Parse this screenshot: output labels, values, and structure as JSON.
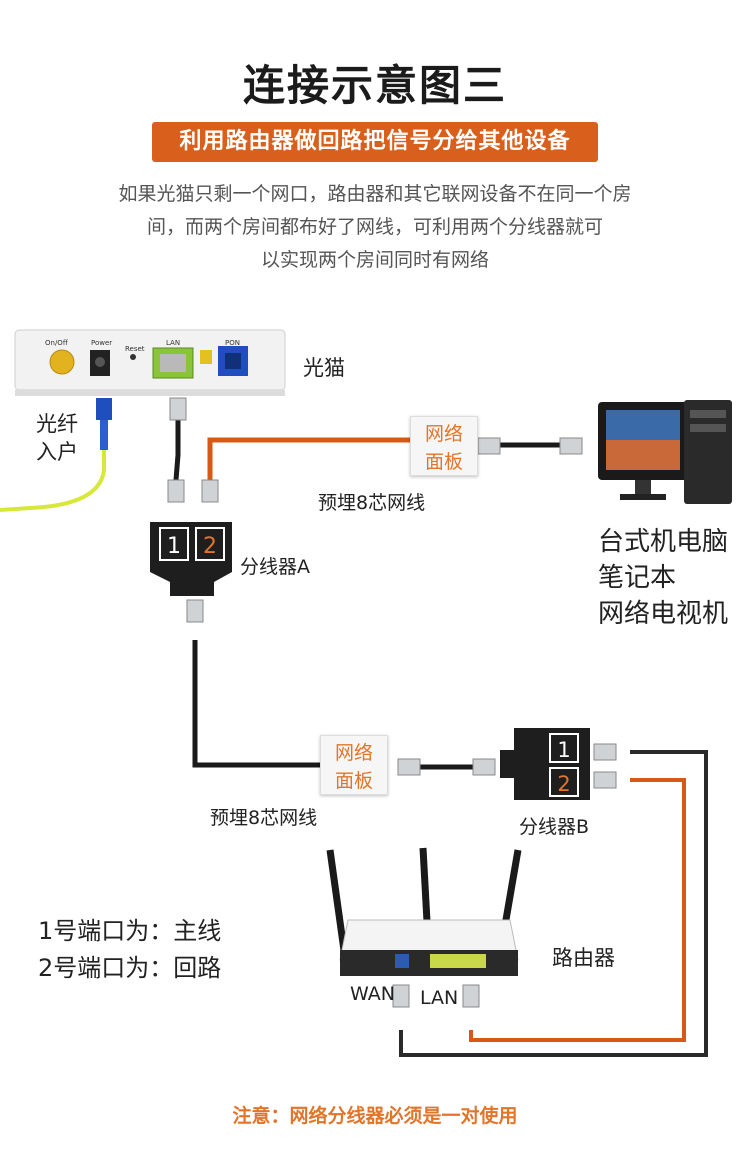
{
  "title": "连接示意图三",
  "banner": "利用路由器做回路把信号分给其他设备",
  "intro_lines": [
    "如果光猫只剩一个网口，路由器和其它联网设备不在同一个房",
    "间，而两个房间都布好了网线，可利用两个分线器就可",
    "以实现两个房间同时有网络"
  ],
  "modem": {
    "name": "光猫",
    "ports": [
      "On/Off",
      "Power",
      "Reset",
      "LAN",
      "PON"
    ]
  },
  "fiber_label": [
    "光纤",
    "入户"
  ],
  "panel": [
    "网络",
    "面板"
  ],
  "cable_label": "预埋8芯网线",
  "splitter_a": {
    "label": "分线器A",
    "ports": [
      "1",
      "2"
    ]
  },
  "splitter_b": {
    "label": "分线器B",
    "ports": [
      "1",
      "2"
    ]
  },
  "devices": [
    "台式机电脑",
    "笔记本",
    "网络电视机"
  ],
  "router": {
    "label": "路由器",
    "wan": "WAN",
    "lan": "LAN"
  },
  "port_notes": [
    "1号端口为：主线",
    "2号端口为：回路"
  ],
  "footer": "注意：网络分线器必须是一对使用",
  "colors": {
    "accent": "#d9601c",
    "orange_cable": "#d65a15",
    "black_cable": "#1a1a1a",
    "fiber": "#d8e83a"
  }
}
